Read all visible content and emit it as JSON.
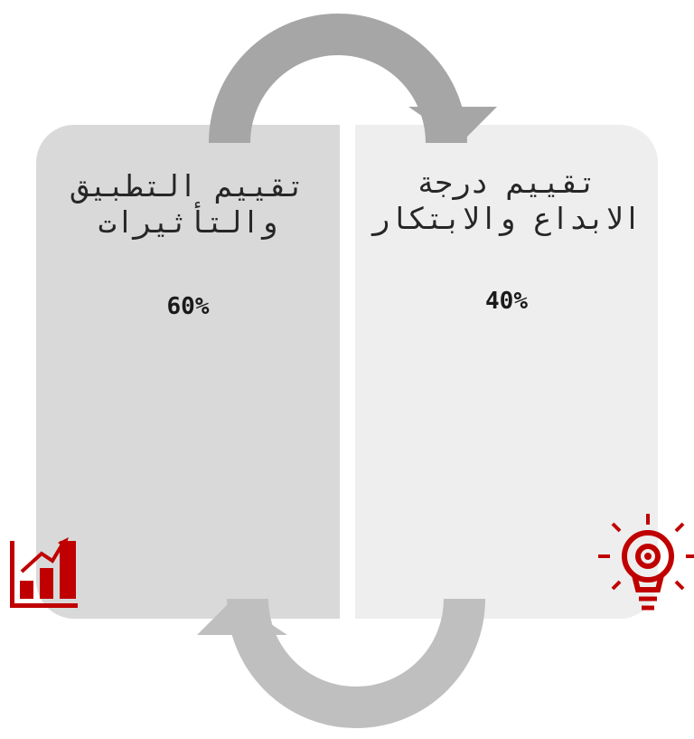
{
  "left_panel": {
    "title": "تقييم التطبيق والتأثيرات",
    "percentage": "60%",
    "icon": "bar-chart-growth-icon"
  },
  "right_panel": {
    "title": "تقييم درجة الابداع والابتكار",
    "percentage": "40%",
    "icon": "lightbulb-gear-icon"
  },
  "colors": {
    "left_panel_bg": "#d9d9d9",
    "right_panel_bg": "#eeeeee",
    "top_arrow": "#a6a6a6",
    "bottom_arrow": "#bfbfbf",
    "icon_accent": "#c00000"
  }
}
